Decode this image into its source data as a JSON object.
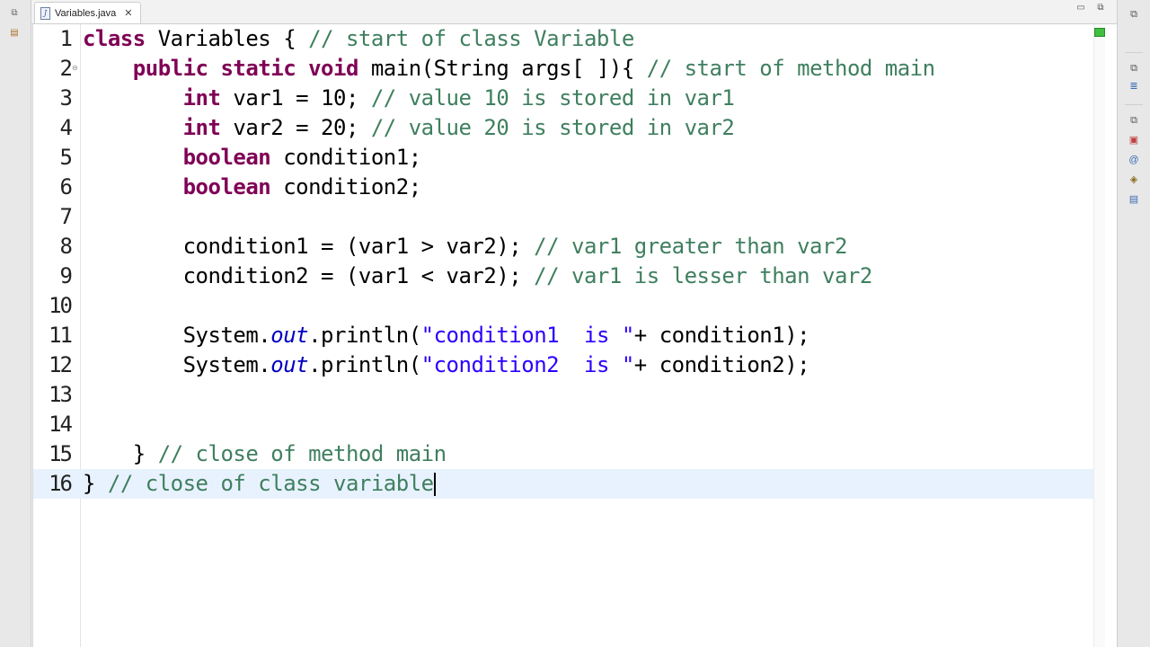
{
  "tab": {
    "title": "Variables.java",
    "close_glyph": "✕",
    "file_icon": "J"
  },
  "window_controls": {
    "minimize": "▭",
    "maximize": "⧉"
  },
  "editor": {
    "lines": [
      {
        "number": "1",
        "tokens": [
          {
            "t": "class",
            "k": "kw"
          },
          {
            "t": " Variables { ",
            "k": ""
          },
          {
            "t": "// start of class Variable",
            "k": "cm"
          }
        ]
      },
      {
        "number": "2",
        "fold": "⊖",
        "tokens": [
          {
            "t": "    ",
            "k": ""
          },
          {
            "t": "public",
            "k": "kw"
          },
          {
            "t": " ",
            "k": ""
          },
          {
            "t": "static",
            "k": "kw"
          },
          {
            "t": " ",
            "k": ""
          },
          {
            "t": "void",
            "k": "kw"
          },
          {
            "t": " main(String args[ ]){ ",
            "k": ""
          },
          {
            "t": "// start of method main",
            "k": "cm"
          }
        ]
      },
      {
        "number": "3",
        "tokens": [
          {
            "t": "        ",
            "k": ""
          },
          {
            "t": "int",
            "k": "kw"
          },
          {
            "t": " var1 = 10; ",
            "k": ""
          },
          {
            "t": "// value 10 is stored in var1",
            "k": "cm"
          }
        ]
      },
      {
        "number": "4",
        "tokens": [
          {
            "t": "        ",
            "k": ""
          },
          {
            "t": "int",
            "k": "kw"
          },
          {
            "t": " var2 = 20; ",
            "k": ""
          },
          {
            "t": "// value 20 is stored in var2",
            "k": "cm"
          }
        ]
      },
      {
        "number": "5",
        "tokens": [
          {
            "t": "        ",
            "k": ""
          },
          {
            "t": "boolean",
            "k": "kw"
          },
          {
            "t": " condition1;",
            "k": ""
          }
        ]
      },
      {
        "number": "6",
        "tokens": [
          {
            "t": "        ",
            "k": ""
          },
          {
            "t": "boolean",
            "k": "kw"
          },
          {
            "t": " condition2;",
            "k": ""
          }
        ]
      },
      {
        "number": "7",
        "tokens": []
      },
      {
        "number": "8",
        "tokens": [
          {
            "t": "        condition1 = (var1 > var2); ",
            "k": ""
          },
          {
            "t": "// var1 greater than var2",
            "k": "cm"
          }
        ]
      },
      {
        "number": "9",
        "tokens": [
          {
            "t": "        condition2 = (var1 < var2); ",
            "k": ""
          },
          {
            "t": "// var1 is lesser than var2",
            "k": "cm"
          }
        ]
      },
      {
        "number": "10",
        "tokens": []
      },
      {
        "number": "11",
        "tokens": [
          {
            "t": "        System.",
            "k": ""
          },
          {
            "t": "out",
            "k": "fi"
          },
          {
            "t": ".println(",
            "k": ""
          },
          {
            "t": "\"condition1  is \"",
            "k": "st"
          },
          {
            "t": "+ condition1);",
            "k": ""
          }
        ]
      },
      {
        "number": "12",
        "tokens": [
          {
            "t": "        System.",
            "k": ""
          },
          {
            "t": "out",
            "k": "fi"
          },
          {
            "t": ".println(",
            "k": ""
          },
          {
            "t": "\"condition2  is \"",
            "k": "st"
          },
          {
            "t": "+ condition2);",
            "k": ""
          }
        ]
      },
      {
        "number": "13",
        "tokens": []
      },
      {
        "number": "14",
        "tokens": []
      },
      {
        "number": "15",
        "tokens": [
          {
            "t": "    } ",
            "k": ""
          },
          {
            "t": "// close of method main",
            "k": "cm"
          }
        ]
      },
      {
        "number": "16",
        "current": true,
        "caret": true,
        "tokens": [
          {
            "t": "} ",
            "k": ""
          },
          {
            "t": "// close of class variable",
            "k": "cm"
          }
        ]
      }
    ]
  },
  "colors": {
    "keyword": "#7f0055",
    "comment": "#3f7f5f",
    "string": "#2a00ff",
    "field": "#0000c0",
    "current_line": "#e8f2fe"
  },
  "right_toolbar_icons": [
    "restore-icon",
    "maximize-icon",
    "outline-icon",
    "hierarchy-icon",
    "restore-icon",
    "tasks-icon",
    "javadoc-icon",
    "declaration-icon",
    "console-icon"
  ]
}
